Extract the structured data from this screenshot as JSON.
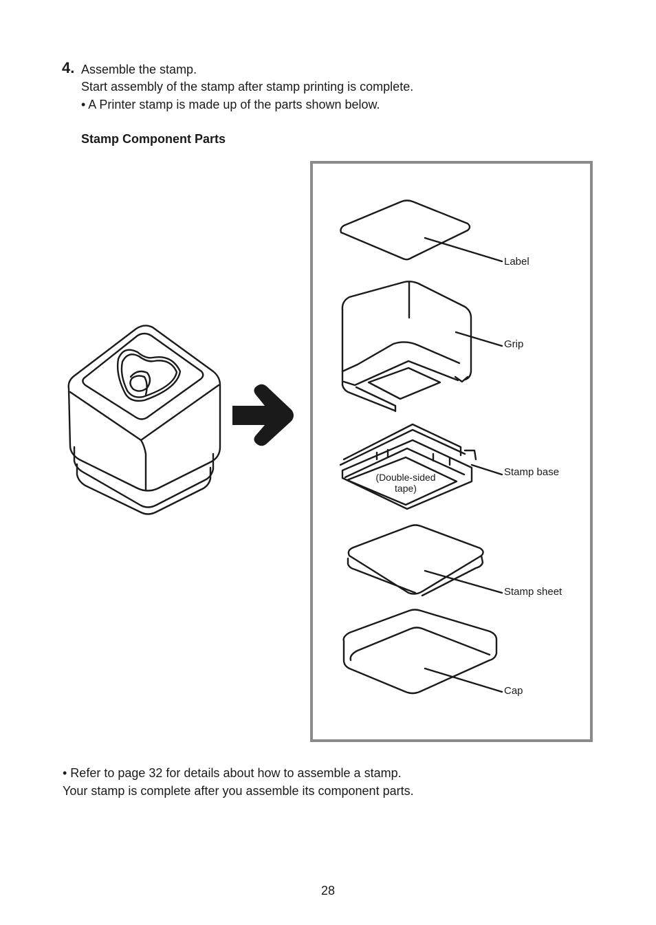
{
  "step": {
    "number": "4.",
    "title": "Assemble the stamp.",
    "instruction": "Start assembly of the stamp after stamp printing is complete.",
    "bullet": "•  A Printer stamp is made up of the parts shown below."
  },
  "section_heading": "Stamp Component Parts",
  "parts": {
    "label": "Label",
    "grip": "Grip",
    "stamp_base": "Stamp base",
    "tape_line1": "(Double-sided",
    "tape_line2": "tape)",
    "stamp_sheet": "Stamp sheet",
    "cap": "Cap"
  },
  "notes": {
    "refer": "•  Refer to page 32 for details about how to assemble a stamp.",
    "complete": "Your stamp is complete after you assemble its component parts."
  },
  "page_number": "28",
  "icons": [
    "assembled-stamp-illustration",
    "arrow-right-icon"
  ]
}
